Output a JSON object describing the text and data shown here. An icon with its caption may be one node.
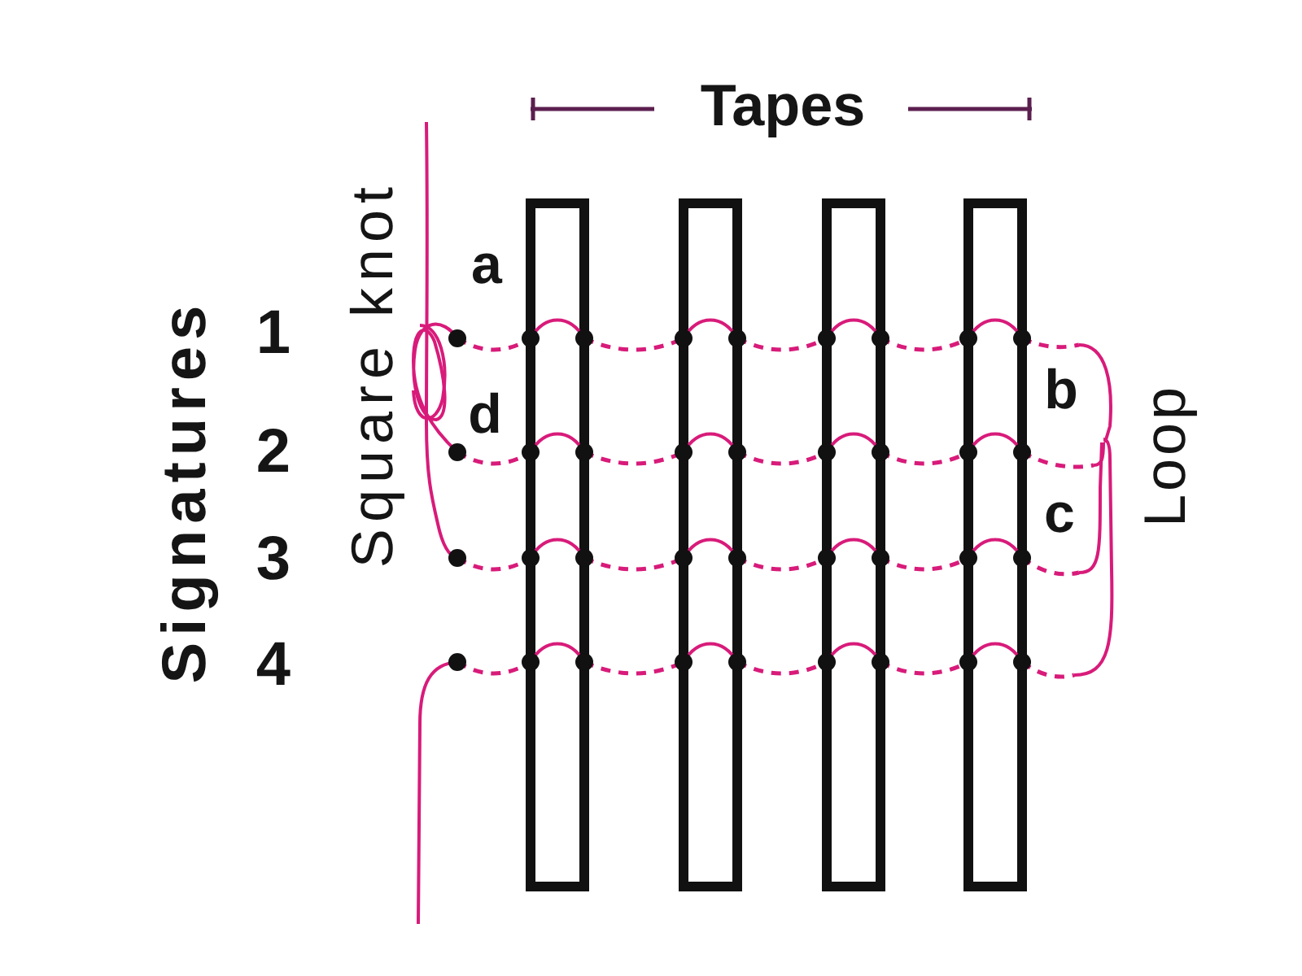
{
  "diagram": {
    "labels": [
      "Tapes",
      "Signatures",
      "1",
      "2",
      "3",
      "4",
      "Square knot",
      "a",
      "d",
      "b",
      "c",
      "Loop"
    ]
  }
}
